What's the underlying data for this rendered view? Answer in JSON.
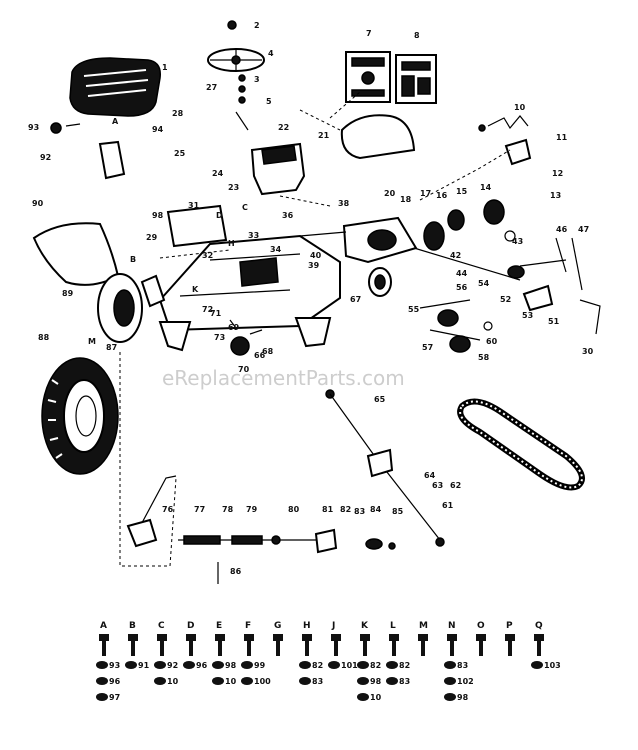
{
  "watermark": "eReplacementParts.com",
  "callouts": [
    {
      "id": "c1",
      "text": "1"
    },
    {
      "id": "c2",
      "text": "2"
    },
    {
      "id": "c3",
      "text": "3"
    },
    {
      "id": "c4",
      "text": "4"
    },
    {
      "id": "c5",
      "text": "5"
    },
    {
      "id": "c7",
      "text": "7"
    },
    {
      "id": "c8",
      "text": "8"
    },
    {
      "id": "c10",
      "text": "10"
    },
    {
      "id": "c11",
      "text": "11"
    },
    {
      "id": "c12",
      "text": "12"
    },
    {
      "id": "c13",
      "text": "13"
    },
    {
      "id": "c14",
      "text": "14"
    },
    {
      "id": "c15",
      "text": "15"
    },
    {
      "id": "c16",
      "text": "16"
    },
    {
      "id": "c17",
      "text": "17"
    },
    {
      "id": "c18",
      "text": "18"
    },
    {
      "id": "c20",
      "text": "20"
    },
    {
      "id": "c21",
      "text": "21"
    },
    {
      "id": "c22",
      "text": "22"
    },
    {
      "id": "c23",
      "text": "23"
    },
    {
      "id": "c24",
      "text": "24"
    },
    {
      "id": "c25",
      "text": "25"
    },
    {
      "id": "c27",
      "text": "27"
    },
    {
      "id": "c28",
      "text": "28"
    },
    {
      "id": "c29",
      "text": "29"
    },
    {
      "id": "c30",
      "text": "30"
    },
    {
      "id": "c31",
      "text": "31"
    },
    {
      "id": "c32",
      "text": "32"
    },
    {
      "id": "c33",
      "text": "33"
    },
    {
      "id": "c34",
      "text": "34"
    },
    {
      "id": "c36",
      "text": "36"
    },
    {
      "id": "c38",
      "text": "38"
    },
    {
      "id": "c39",
      "text": "39"
    },
    {
      "id": "c40",
      "text": "40"
    },
    {
      "id": "c42",
      "text": "42"
    },
    {
      "id": "c43",
      "text": "43"
    },
    {
      "id": "c44",
      "text": "44"
    },
    {
      "id": "c46",
      "text": "46"
    },
    {
      "id": "c47",
      "text": "47"
    },
    {
      "id": "c51",
      "text": "51"
    },
    {
      "id": "c52",
      "text": "52"
    },
    {
      "id": "c53",
      "text": "53"
    },
    {
      "id": "c54",
      "text": "54"
    },
    {
      "id": "c55",
      "text": "55"
    },
    {
      "id": "c56",
      "text": "56"
    },
    {
      "id": "c57",
      "text": "57"
    },
    {
      "id": "c58",
      "text": "58"
    },
    {
      "id": "c60",
      "text": "60"
    },
    {
      "id": "c61",
      "text": "61"
    },
    {
      "id": "c62",
      "text": "62"
    },
    {
      "id": "c63",
      "text": "63"
    },
    {
      "id": "c64",
      "text": "64"
    },
    {
      "id": "c65",
      "text": "65"
    },
    {
      "id": "c66",
      "text": "66"
    },
    {
      "id": "c67",
      "text": "67"
    },
    {
      "id": "c68",
      "text": "68"
    },
    {
      "id": "c69",
      "text": "69"
    },
    {
      "id": "c70",
      "text": "70"
    },
    {
      "id": "c71",
      "text": "71"
    },
    {
      "id": "c72",
      "text": "72"
    },
    {
      "id": "c73",
      "text": "73"
    },
    {
      "id": "c76",
      "text": "76"
    },
    {
      "id": "c77",
      "text": "77"
    },
    {
      "id": "c78",
      "text": "78"
    },
    {
      "id": "c79",
      "text": "79"
    },
    {
      "id": "c80",
      "text": "80"
    },
    {
      "id": "c81",
      "text": "81"
    },
    {
      "id": "c82",
      "text": "82"
    },
    {
      "id": "c83",
      "text": "83"
    },
    {
      "id": "c84",
      "text": "84"
    },
    {
      "id": "c85",
      "text": "85"
    },
    {
      "id": "c86",
      "text": "86"
    },
    {
      "id": "c87",
      "text": "87"
    },
    {
      "id": "c88",
      "text": "88"
    },
    {
      "id": "c89",
      "text": "89"
    },
    {
      "id": "c90",
      "text": "90"
    },
    {
      "id": "c92",
      "text": "92"
    },
    {
      "id": "c93",
      "text": "93"
    },
    {
      "id": "c94",
      "text": "94"
    },
    {
      "id": "c98",
      "text": "98"
    },
    {
      "id": "cA",
      "text": "A"
    },
    {
      "id": "cB",
      "text": "B"
    },
    {
      "id": "cC",
      "text": "C"
    },
    {
      "id": "cD",
      "text": "D"
    },
    {
      "id": "cH",
      "text": "H"
    },
    {
      "id": "cK",
      "text": "K"
    },
    {
      "id": "cM",
      "text": "M"
    }
  ],
  "hardware_key": [
    {
      "letter": "A",
      "parts": [
        "93",
        "96",
        "97"
      ]
    },
    {
      "letter": "B",
      "parts": [
        "91"
      ]
    },
    {
      "letter": "C",
      "parts": [
        "92",
        "10"
      ]
    },
    {
      "letter": "D",
      "parts": [
        "96"
      ]
    },
    {
      "letter": "E",
      "parts": [
        "98",
        "10"
      ]
    },
    {
      "letter": "F",
      "parts": [
        "99",
        "100"
      ]
    },
    {
      "letter": "G",
      "parts": []
    },
    {
      "letter": "H",
      "parts": [
        "82",
        "83"
      ]
    },
    {
      "letter": "J",
      "parts": [
        "101"
      ]
    },
    {
      "letter": "K",
      "parts": [
        "82",
        "98",
        "10"
      ]
    },
    {
      "letter": "L",
      "parts": [
        "82",
        "83"
      ]
    },
    {
      "letter": "M",
      "parts": []
    },
    {
      "letter": "N",
      "parts": [
        "83",
        "102",
        "98"
      ]
    },
    {
      "letter": "O",
      "parts": []
    },
    {
      "letter": "P",
      "parts": []
    },
    {
      "letter": "Q",
      "parts": [
        "103"
      ]
    }
  ]
}
